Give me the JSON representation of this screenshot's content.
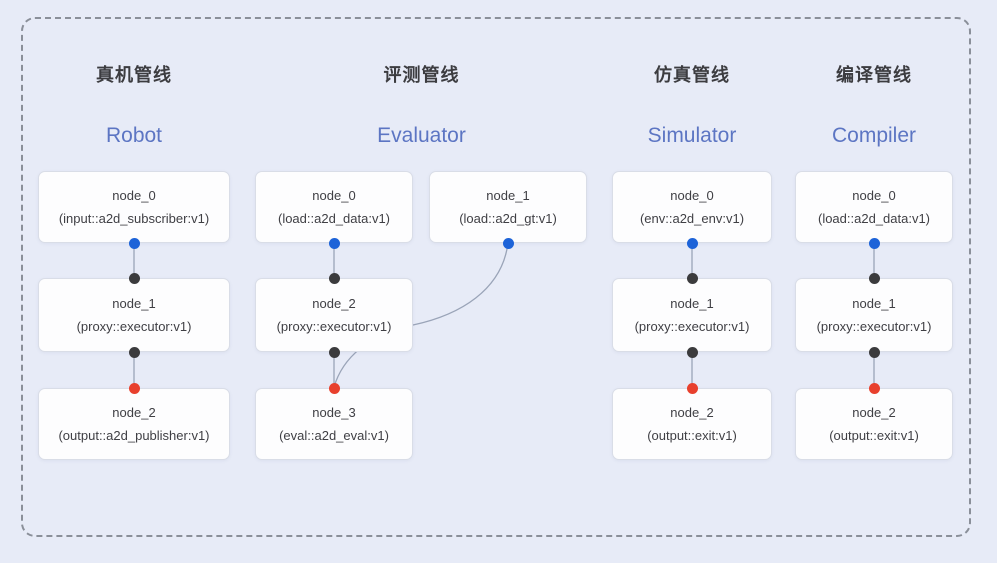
{
  "pipelines": [
    {
      "title_zh": "真机管线",
      "title_en": "Robot",
      "nodes": [
        {
          "name": "node_0",
          "impl": "(input::a2d_subscriber:v1)"
        },
        {
          "name": "node_1",
          "impl": "(proxy::executor:v1)"
        },
        {
          "name": "node_2",
          "impl": "(output::a2d_publisher:v1)"
        }
      ]
    },
    {
      "title_zh": "评测管线",
      "title_en": "Evaluator",
      "nodes": [
        {
          "name": "node_0",
          "impl": "(load::a2d_data:v1)"
        },
        {
          "name": "node_2",
          "impl": "(proxy::executor:v1)"
        },
        {
          "name": "node_3",
          "impl": "(eval::a2d_eval:v1)"
        }
      ],
      "side_node": {
        "name": "node_1",
        "impl": "(load::a2d_gt:v1)"
      }
    },
    {
      "title_zh": "仿真管线",
      "title_en": "Simulator",
      "nodes": [
        {
          "name": "node_0",
          "impl": "(env::a2d_env:v1)"
        },
        {
          "name": "node_1",
          "impl": "(proxy::executor:v1)"
        },
        {
          "name": "node_2",
          "impl": "(output::exit:v1)"
        }
      ]
    },
    {
      "title_zh": "编译管线",
      "title_en": "Compiler",
      "nodes": [
        {
          "name": "node_0",
          "impl": "(load::a2d_data:v1)"
        },
        {
          "name": "node_1",
          "impl": "(proxy::executor:v1)"
        },
        {
          "name": "node_2",
          "impl": "(output::exit:v1)"
        }
      ]
    }
  ],
  "colors": {
    "background": "#e7ebf7",
    "frame_dash": "#8a8f99",
    "source_port_blue": "#1d63d8",
    "input_port_black": "#3b3b3d",
    "sink_port_red": "#e8402d",
    "edge": "#9aa4b8",
    "title_en_blue": "#5c75c3",
    "node_text": "#3f3f44"
  }
}
